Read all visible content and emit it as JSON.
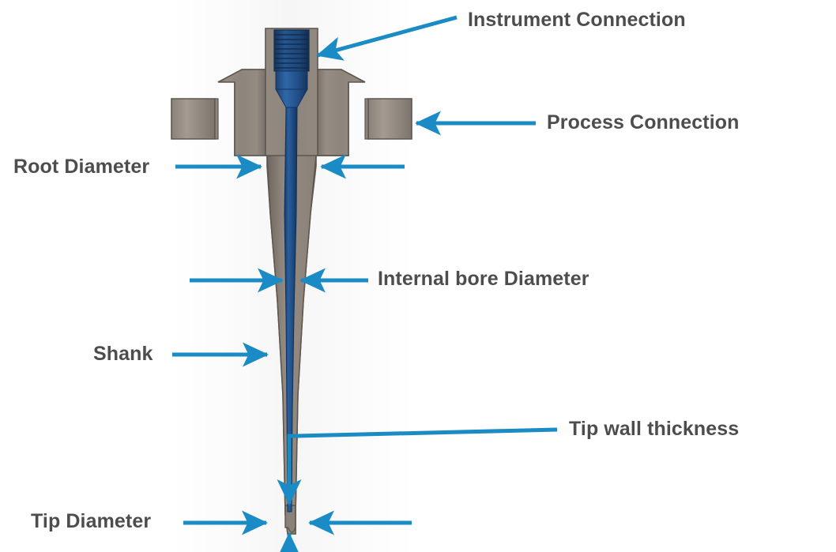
{
  "diagram": {
    "subject": "thermowell",
    "view": "cross-section",
    "background_color": "#ffffff",
    "colors": {
      "body_metal": "#8a8179",
      "body_metal_light": "#9c938a",
      "body_metal_dark": "#6f675f",
      "body_outline": "#5d564f",
      "bore_blue": "#1f4e86",
      "bore_blue_dark": "#16375f",
      "bore_blue_light": "#2c63a6",
      "thread_blue_dark": "#1a3f6d",
      "callout_blue": "#1a8bc4",
      "label_text": "#4d4d4d"
    },
    "callouts": [
      {
        "id": "instrument-connection",
        "label": "Instrument Connection",
        "side": "right",
        "arrow_style": "single-diagonal",
        "target": "threaded-top"
      },
      {
        "id": "process-connection",
        "label": "Process Connection",
        "side": "right",
        "arrow_style": "single-horizontal",
        "target": "hex-flange"
      },
      {
        "id": "root-diameter",
        "label": "Root Diameter",
        "side": "left",
        "arrow_style": "double-inward",
        "target": "shank-root"
      },
      {
        "id": "internal-bore-diameter",
        "label": "Internal bore Diameter",
        "side": "right",
        "arrow_style": "double-inward",
        "target": "internal-bore"
      },
      {
        "id": "shank",
        "label": "Shank",
        "side": "left",
        "arrow_style": "single-horizontal",
        "target": "shank-body"
      },
      {
        "id": "tip-wall-thickness",
        "label": "Tip wall thickness",
        "side": "right",
        "arrow_style": "leader-elbow-down",
        "target": "tip-wall"
      },
      {
        "id": "tip-diameter",
        "label": "Tip Diameter",
        "side": "left",
        "arrow_style": "double-inward-plus-up",
        "target": "tip"
      }
    ]
  }
}
